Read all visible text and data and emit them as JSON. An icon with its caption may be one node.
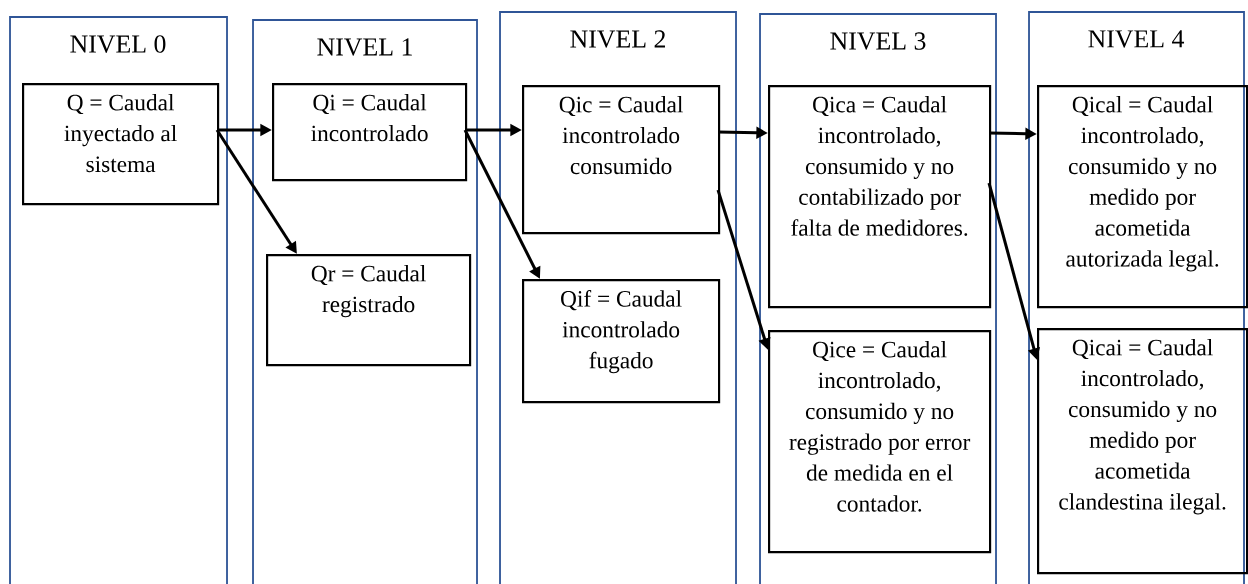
{
  "diagram": {
    "nodes": [
      {
        "text": [
          "NIVEL 0"
        ]
      },
      {
        "text": [
          "Q = Caudal inyectado al sistema"
        ],
        "in": 0
      },
      {
        "text": [
          "NIVEL 1"
        ]
      },
      {
        "text": [
          "Qi = Caudal incontrolado"
        ],
        "in": 2
      },
      {
        "text": [
          "Qr = Caudal registrado"
        ],
        "in": 2
      },
      {
        "text": [
          "NIVEL 2"
        ]
      },
      {
        "text": [
          "Qic = Caudal incontrolado consumido"
        ],
        "in": 5
      },
      {
        "text": [
          "Qif = Caudal incontrolado fugado"
        ],
        "in": 5
      },
      {
        "text": [
          "NIVEL 3"
        ]
      },
      {
        "text": [
          "Qica = Caudal incontrolado, consumido y no contabilizado por falta de medidores."
        ],
        "in": 8
      },
      {
        "text": [
          "Qice = Caudal incontrolado, consumido y no registrado por error de medida en el contador."
        ],
        "in": 8
      },
      {
        "text": [
          "NIVEL 4"
        ]
      },
      {
        "text": [
          "Qical = Caudal incontrolado, consumido y no medido por acometida autorizada legal."
        ],
        "in": 11
      },
      {
        "text": [
          "Qicai = Caudal incontrolado, consumido y no medido por acometida clandestina ilegal."
        ],
        "in": 11
      }
    ],
    "edges": [
      {
        "from": 1,
        "to": 3,
        "arrow": "to"
      },
      {
        "from": 1,
        "to": 4,
        "arrow": "to"
      },
      {
        "from": 3,
        "to": 6,
        "arrow": "to"
      },
      {
        "from": 3,
        "to": 7,
        "arrow": "to"
      },
      {
        "from": 6,
        "to": 9,
        "arrow": "to"
      },
      {
        "from": 6,
        "to": 10,
        "arrow": "to"
      },
      {
        "from": 9,
        "to": 12,
        "arrow": "to"
      },
      {
        "from": 9,
        "to": 13,
        "arrow": "to"
      }
    ]
  }
}
